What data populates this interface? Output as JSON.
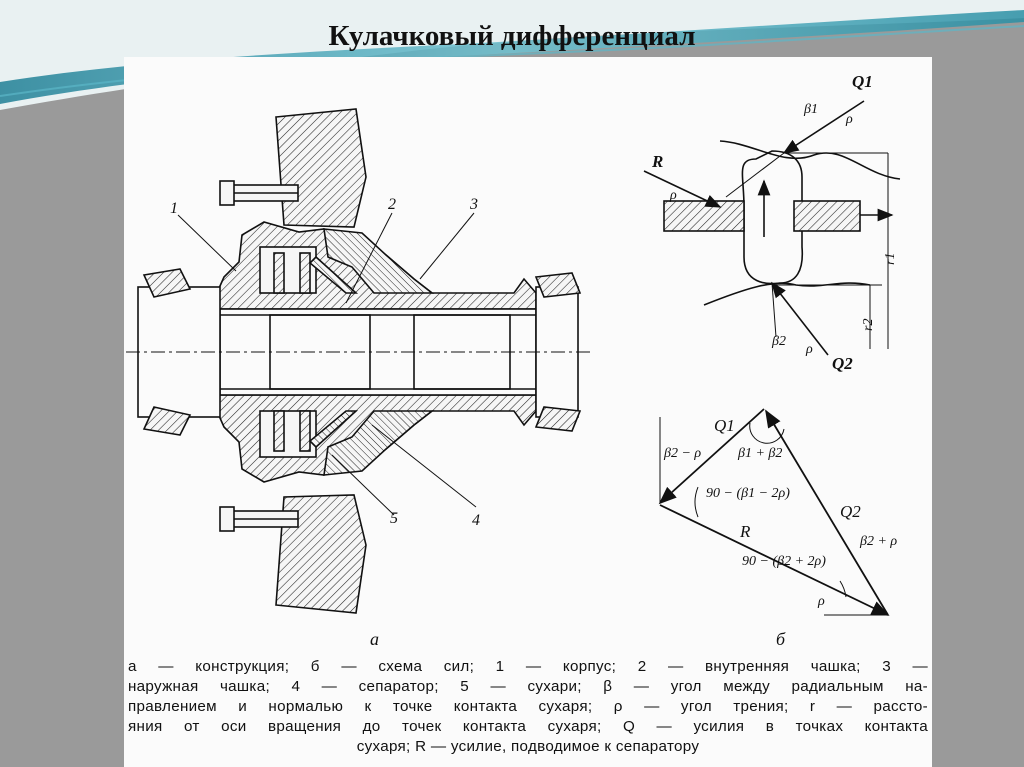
{
  "slide": {
    "title": "Кулачковый дифференциал",
    "colors": {
      "background": "#9a9a9a",
      "wave_teal": "#2a8fa4",
      "paper": "#fbfbfb"
    }
  },
  "figure": {
    "part_labels": [
      "1",
      "2",
      "3",
      "4",
      "5"
    ],
    "view_a_label": "а",
    "view_b_label": "б",
    "scheme_labels": {
      "Q1": "Q1",
      "Q2": "Q2",
      "R": "R",
      "beta1": "β1",
      "beta2": "β2",
      "rho": "ρ",
      "r1": "r1",
      "r2": "r2"
    },
    "triangle_labels": {
      "Q1": "Q1",
      "Q2": "Q2",
      "R": "R",
      "beta2_minus_rho": "β2 − ρ",
      "beta1_plus_beta2": "β1 + β2",
      "angle_1": "90 − (β1 − 2ρ)",
      "beta2_plus_rho": "β2 + ρ",
      "angle_2": "90 − (β2 + 2ρ)",
      "rho": "ρ"
    },
    "caption_lines": [
      "а — конструкция; б — схема сил; 1 — корпус; 2 — внутренняя чашка; 3 —",
      "наружная чашка; 4 — сепаратор; 5 — сухари; β — угол между радиальным на-",
      "правлением и нормалью к точке контакта сухаря; ρ — угол трения; r — рассто-",
      "яния от оси вращения до точек контакта сухаря; Q — усилия в точках контакта",
      "сухаря; R — усилие, подводимое к сепаратору"
    ]
  }
}
